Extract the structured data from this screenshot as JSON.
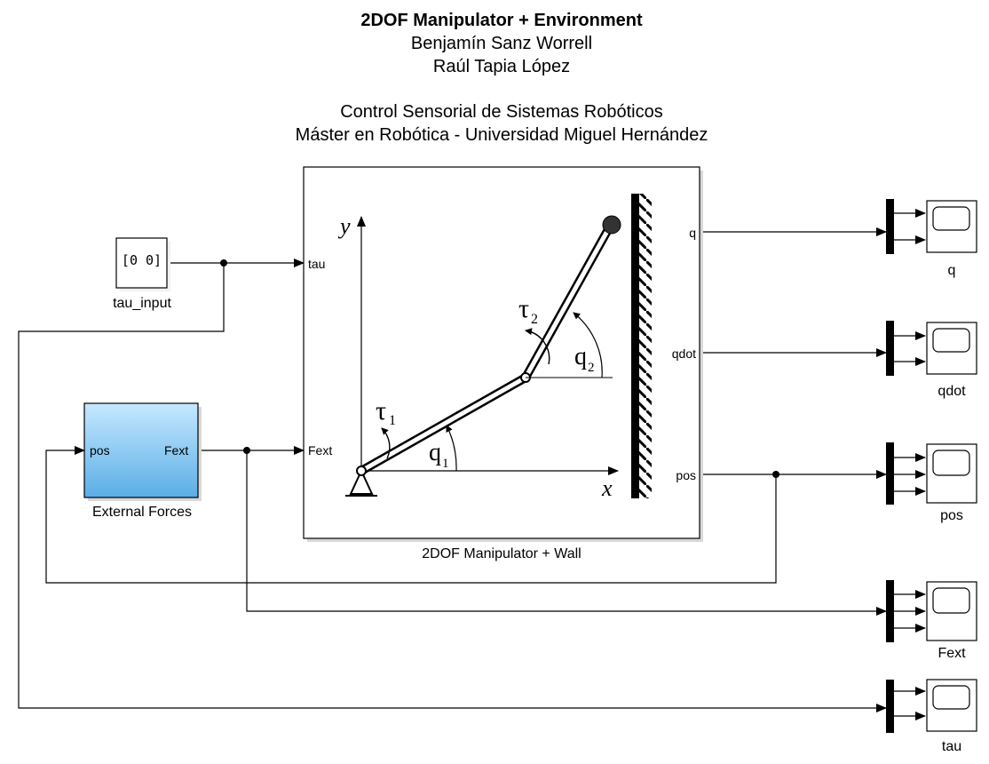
{
  "header": {
    "title": "2DOF Manipulator + Environment",
    "author1": "Benjamín Sanz Worrell",
    "author2": "Raúl Tapia López",
    "course": "Control Sensorial de Sistemas Robóticos",
    "program": "Máster en Robótica - Universidad Miguel Hernández"
  },
  "blocks": {
    "tau_input": {
      "value": "[0 0]",
      "label": "tau_input"
    },
    "external_forces": {
      "label": "External Forces",
      "in_port": "pos",
      "out_port": "Fext",
      "color": "#a8dcff"
    },
    "manipulator": {
      "label": "2DOF Manipulator + Wall",
      "in_ports": [
        "tau",
        "Fext"
      ],
      "out_ports": [
        "q",
        "qdot",
        "pos"
      ]
    },
    "scopes": [
      {
        "label": "q",
        "inputs": 2
      },
      {
        "label": "qdot",
        "inputs": 2
      },
      {
        "label": "pos",
        "inputs": 3
      },
      {
        "label": "Fext",
        "inputs": 3
      },
      {
        "label": "tau",
        "inputs": 2
      }
    ]
  },
  "figure": {
    "y_axis": "y",
    "x_axis": "x",
    "tau1": "τ",
    "tau1_sub": "1",
    "tau2": "τ",
    "tau2_sub": "2",
    "q1": "q",
    "q1_sub": "1",
    "q2": "q",
    "q2_sub": "2"
  }
}
